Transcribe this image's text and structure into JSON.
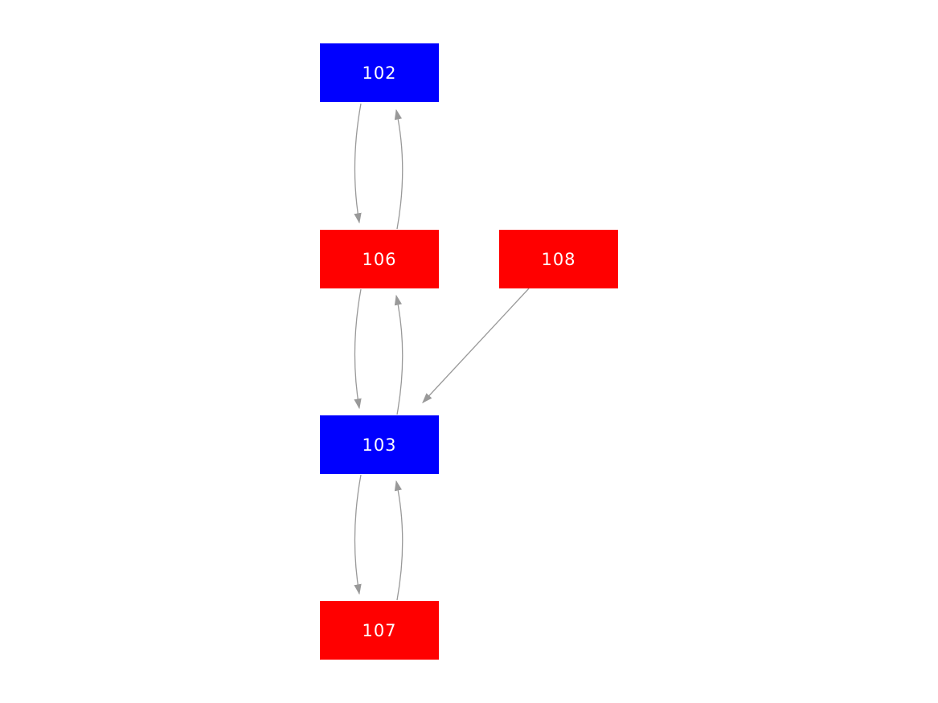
{
  "diagram": {
    "type": "directed-graph",
    "background": "#ffffff",
    "edge_color": "#999999",
    "nodes": [
      {
        "id": "102",
        "label": "102",
        "color": "#0000ff",
        "text_color": "#ffffff"
      },
      {
        "id": "106",
        "label": "106",
        "color": "#ff0000",
        "text_color": "#ffffff"
      },
      {
        "id": "108",
        "label": "108",
        "color": "#ff0000",
        "text_color": "#ffffff"
      },
      {
        "id": "103",
        "label": "103",
        "color": "#0000ff",
        "text_color": "#ffffff"
      },
      {
        "id": "107",
        "label": "107",
        "color": "#ff0000",
        "text_color": "#ffffff"
      }
    ],
    "edges": [
      {
        "from": "102",
        "to": "106",
        "style": "curved-left"
      },
      {
        "from": "106",
        "to": "102",
        "style": "curved-right"
      },
      {
        "from": "106",
        "to": "103",
        "style": "curved-left"
      },
      {
        "from": "103",
        "to": "106",
        "style": "curved-right"
      },
      {
        "from": "103",
        "to": "107",
        "style": "curved-left"
      },
      {
        "from": "107",
        "to": "103",
        "style": "curved-right"
      },
      {
        "from": "108",
        "to": "103",
        "style": "straight"
      }
    ]
  }
}
